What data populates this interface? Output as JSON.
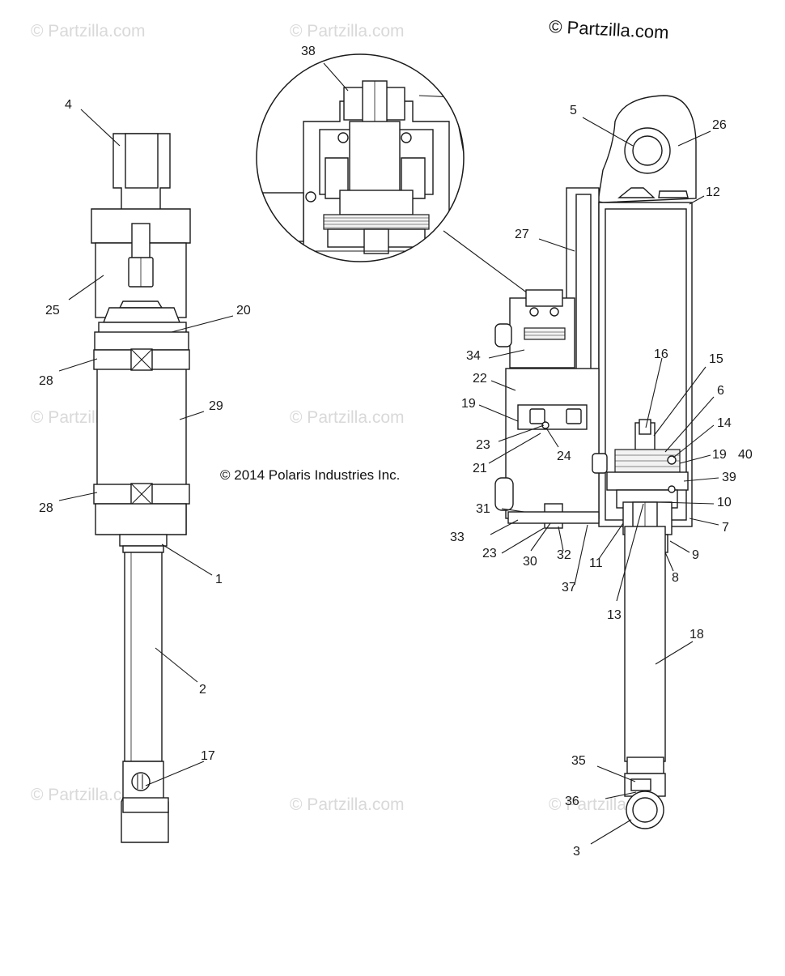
{
  "watermarks": {
    "brand_top_right": "© Partzilla.com",
    "faint": "© Partzilla.com"
  },
  "copyright": "© 2014 Polaris Industries Inc.",
  "callouts": {
    "c1": "1",
    "c2": "2",
    "c3": "3",
    "c4": "4",
    "c5": "5",
    "c6": "6",
    "c7": "7",
    "c8": "8",
    "c9": "9",
    "c10": "10",
    "c11": "11",
    "c12": "12",
    "c13": "13",
    "c14": "14",
    "c15": "15",
    "c16": "16",
    "c17": "17",
    "c18": "18",
    "c19a": "19",
    "c19b": "19",
    "c20": "20",
    "c21": "21",
    "c22": "22",
    "c23a": "23",
    "c23b": "23",
    "c24": "24",
    "c25": "25",
    "c26": "26",
    "c27": "27",
    "c28a": "28",
    "c28b": "28",
    "c29": "29",
    "c30": "30",
    "c31": "31",
    "c32": "32",
    "c33": "33",
    "c34": "34",
    "c35": "35",
    "c36": "36",
    "c37": "37",
    "c38": "38",
    "c39": "39",
    "c40": "40"
  }
}
